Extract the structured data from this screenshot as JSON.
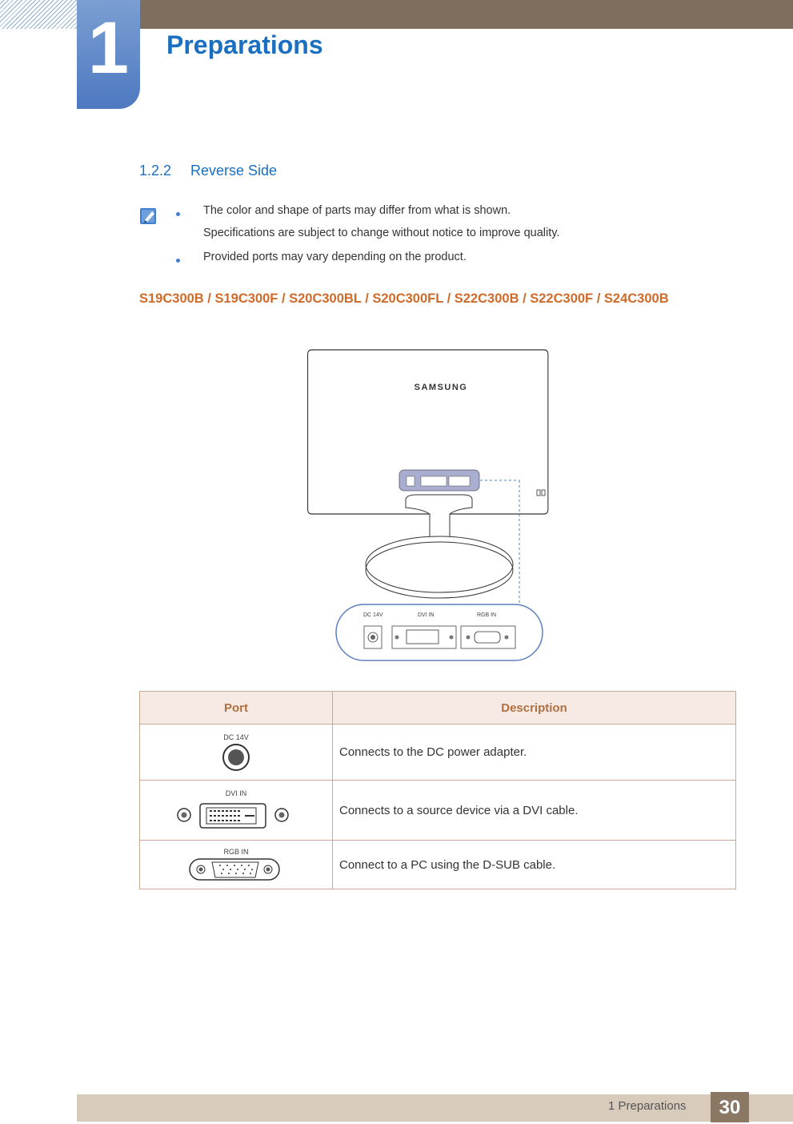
{
  "header": {
    "chapter_number": "1",
    "chapter_title": "Preparations"
  },
  "section": {
    "number": "1.2.2",
    "title": "Reverse Side"
  },
  "notes": [
    "The color and shape of parts may differ from what is shown.",
    "Specifications are subject to change without notice to improve quality.",
    "Provided ports may vary depending on the product."
  ],
  "model_title": "S19C300B / S19C300F / S20C300BL / S20C300FL / S22C300B / S22C300F / S24C300B",
  "figure": {
    "brand": "SAMSUNG",
    "callout_labels": [
      "DC 14V",
      "DVI IN",
      "RGB IN"
    ]
  },
  "table": {
    "headers": [
      "Port",
      "Description"
    ],
    "rows": [
      {
        "port": "DC 14V",
        "description": "Connects to the DC power adapter."
      },
      {
        "port": "DVI IN",
        "description": "Connects to a source device via a DVI cable."
      },
      {
        "port": "RGB IN",
        "description": "Connect to a PC using the D-SUB cable."
      }
    ]
  },
  "footer": {
    "text": "1 Preparations",
    "page": "30"
  }
}
